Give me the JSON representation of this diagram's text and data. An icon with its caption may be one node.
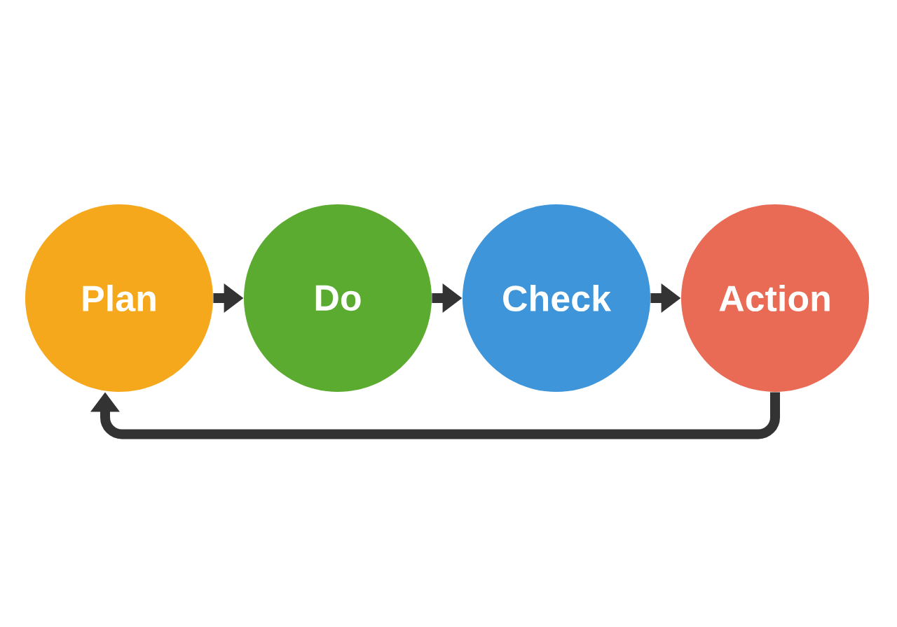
{
  "diagram": {
    "nodes": [
      {
        "text": [
          "Plan"
        ]
      },
      {
        "text": [
          "Do"
        ]
      },
      {
        "text": [
          "Check"
        ]
      },
      {
        "text": [
          "Action"
        ]
      }
    ],
    "edges": [
      {
        "from": 0,
        "to": 1,
        "arrow": "to"
      },
      {
        "from": 1,
        "to": 2,
        "arrow": "to"
      },
      {
        "from": 2,
        "to": 3,
        "arrow": "to"
      },
      {
        "from": 3,
        "to": 0,
        "arrow": "to"
      }
    ]
  }
}
